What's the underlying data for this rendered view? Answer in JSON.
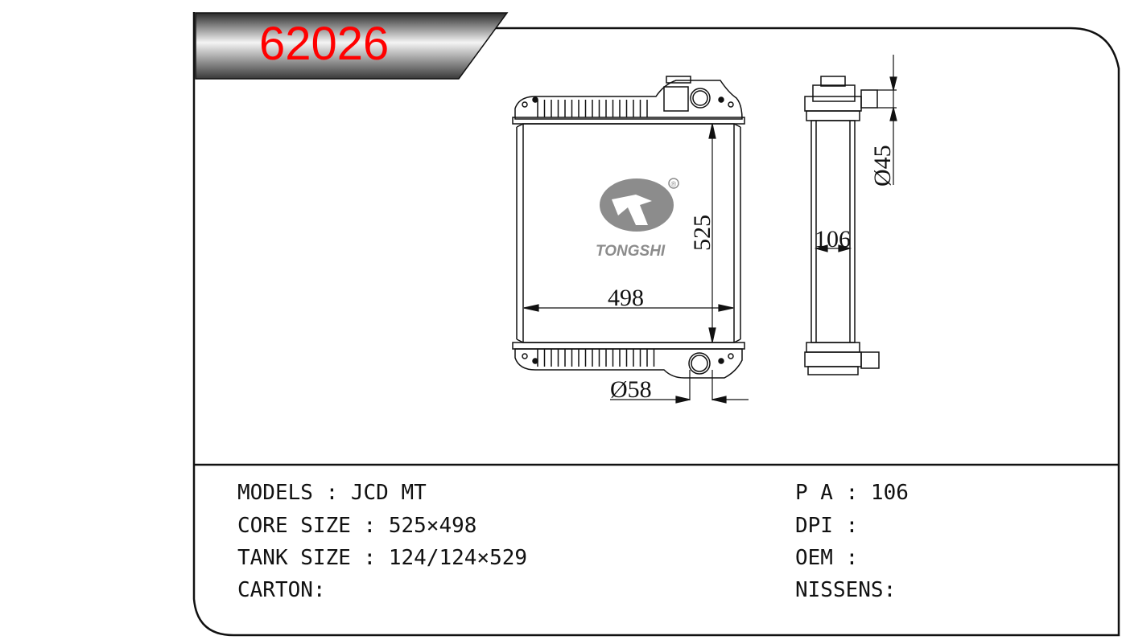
{
  "part_number": "62026",
  "brand_logo": {
    "text": "TONGSHI",
    "registered": "®"
  },
  "dimensions": {
    "height": "525",
    "width": "498",
    "depth": "106",
    "inlet_diameter": "Ø45",
    "outlet_diameter": "Ø58"
  },
  "specs_left": [
    {
      "label": "MODELS : JCD MT"
    },
    {
      "label": "CORE SIZE : 525×498"
    },
    {
      "label": "TANK SIZE : 124/124×529"
    },
    {
      "label": "CARTON:"
    }
  ],
  "specs_right": [
    {
      "label": "P A : 106"
    },
    {
      "label": "DPI :"
    },
    {
      "label": "OEM :"
    },
    {
      "label": "NISSENS:"
    }
  ],
  "colors": {
    "part_number": "#ff0000",
    "logo": "#8c8c8c"
  }
}
